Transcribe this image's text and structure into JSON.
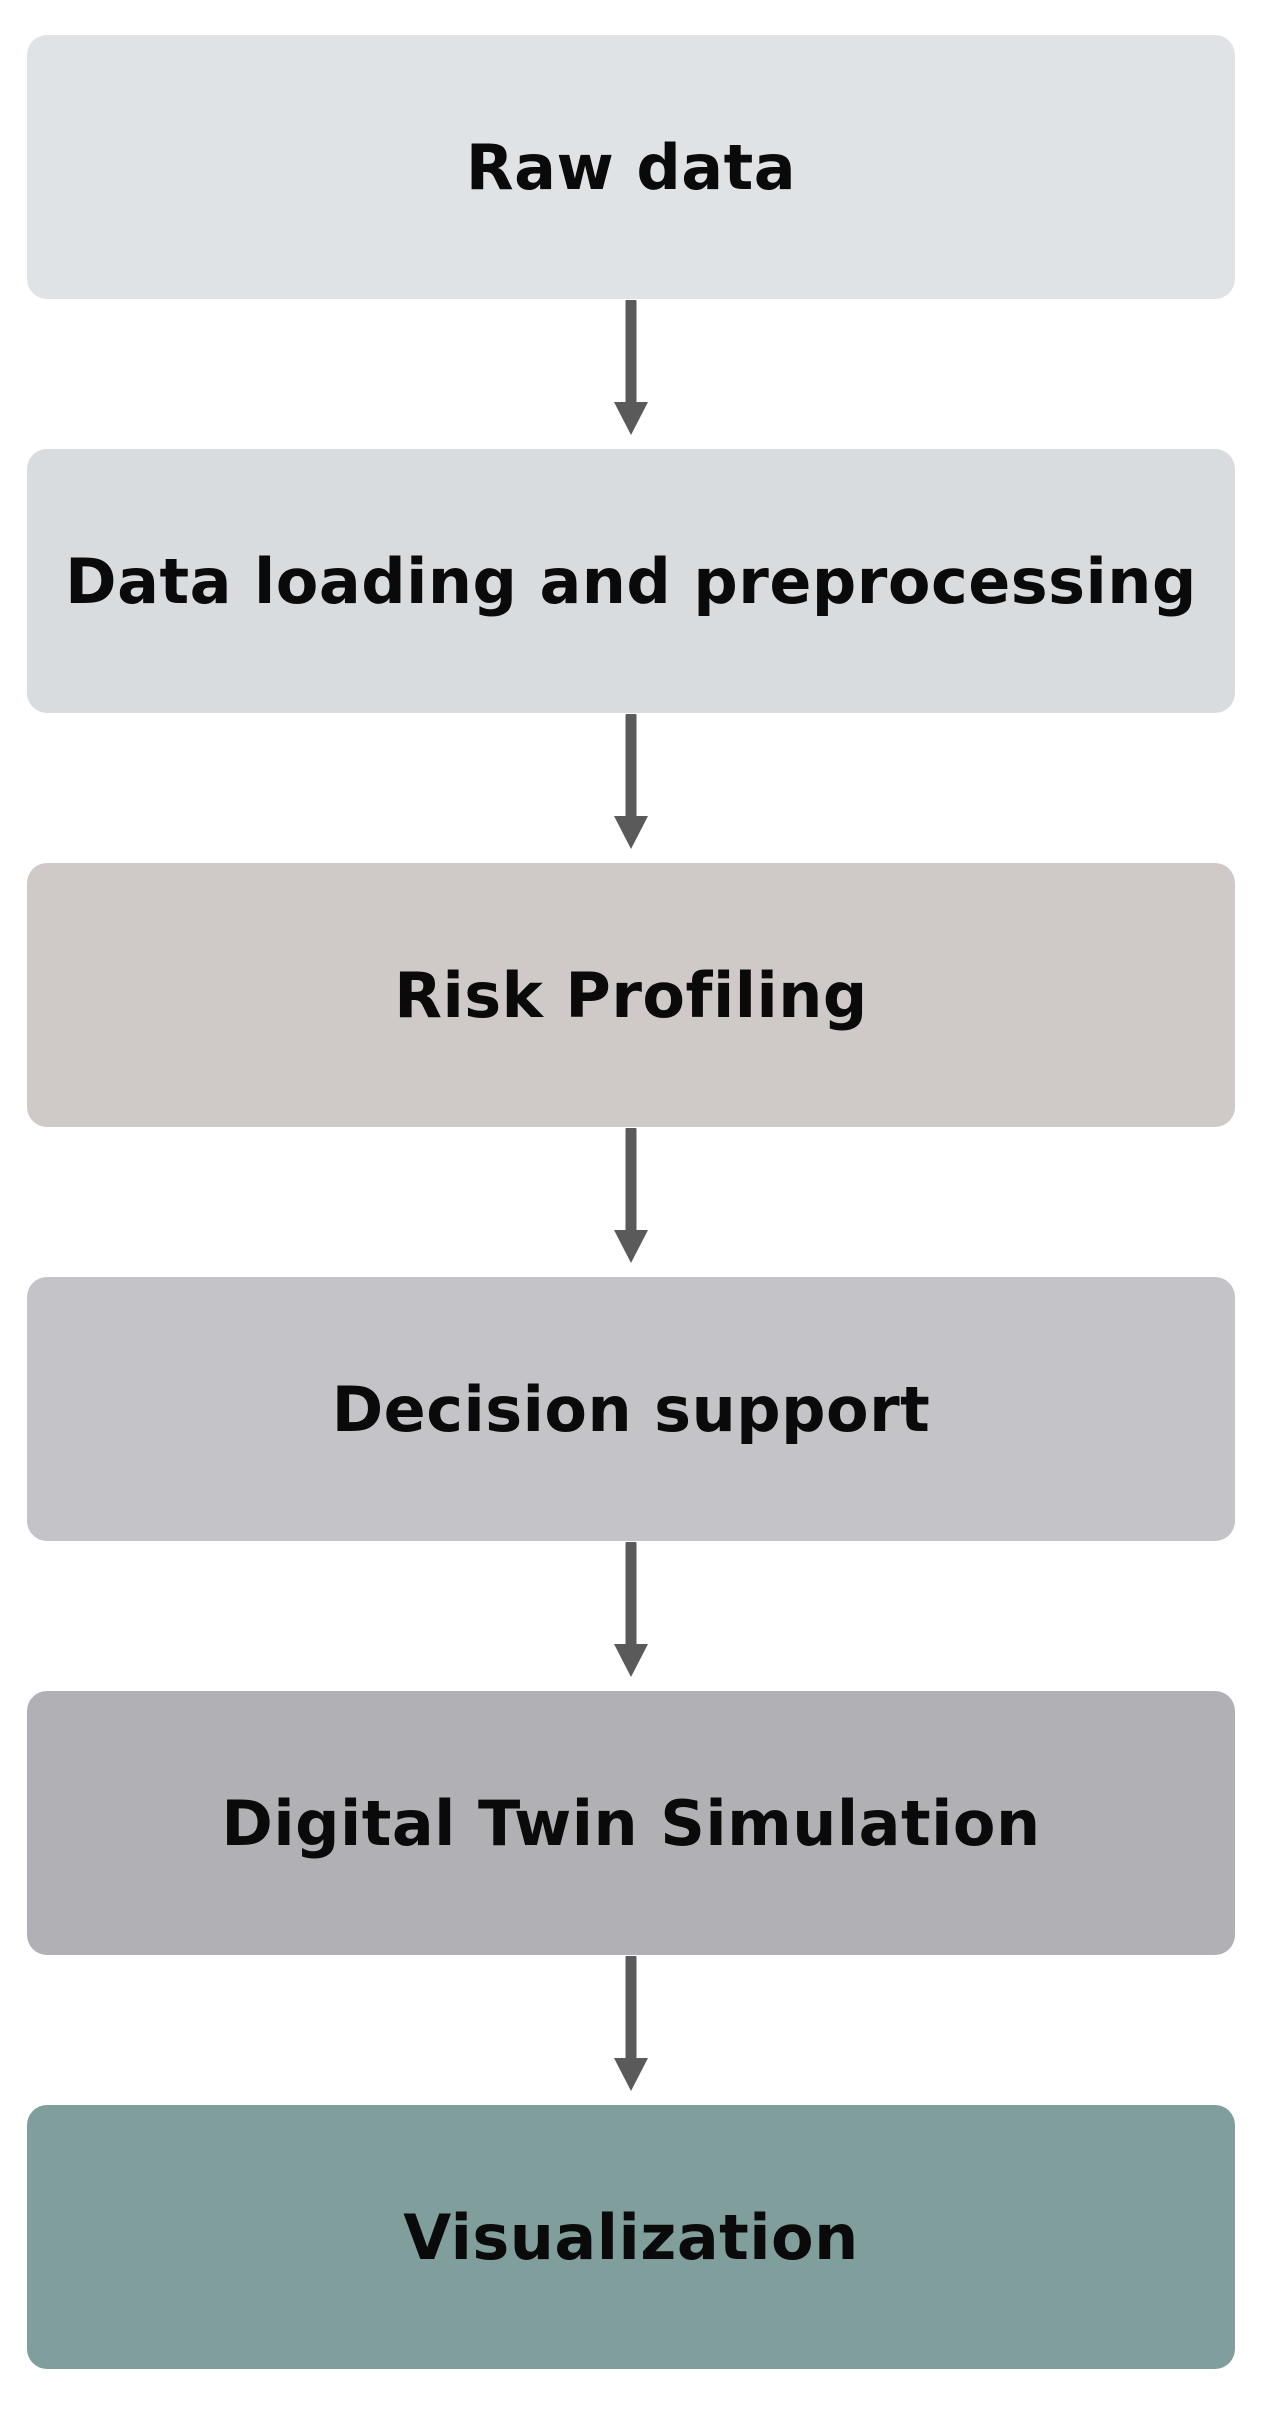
{
  "steps": [
    {
      "label": "Raw data",
      "color": "#e0e3e5"
    },
    {
      "label": "Data loading and preprocessing",
      "color": "#d9dcde"
    },
    {
      "label": "Risk Profiling",
      "color": "#cfcac8"
    },
    {
      "label": "Decision support",
      "color": "#c4c3c7"
    },
    {
      "label": "Digital Twin Simulation",
      "color": "#b1b0b4"
    },
    {
      "label": "Visualization",
      "color": "#7f9e9c"
    }
  ],
  "arrow_color": "#5a5a5a"
}
